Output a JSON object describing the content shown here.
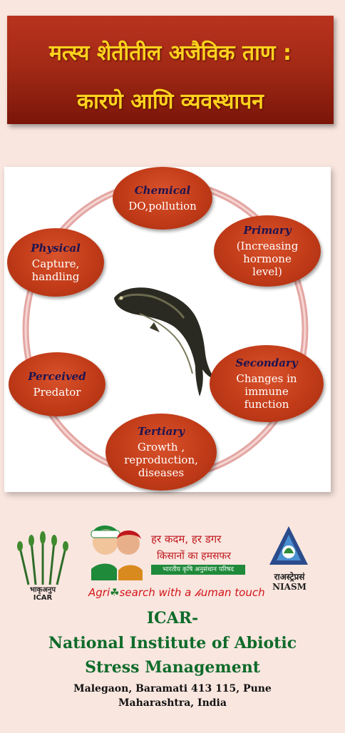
{
  "title": {
    "line1": "मत्स्य शेतीतील अजैविक ताण :",
    "line2": "कारणे आणि व्यवस्थापन"
  },
  "diagram": {
    "nodes": [
      {
        "title": "Chemical",
        "desc": "DO,pollution"
      },
      {
        "title": "Primary",
        "desc": "(Increasing hormone level)"
      },
      {
        "title": "Secondary",
        "desc": "Changes in immune function"
      },
      {
        "title": "Tertiary",
        "desc": "Growth , reproduction, diseases"
      },
      {
        "title": "Perceived",
        "desc": "Predator"
      },
      {
        "title": "Physical",
        "desc": "Capture, handling"
      }
    ],
    "center_image": "fish-snakehead"
  },
  "logos": {
    "icar_caption_hindi": "भाकृअनुप",
    "icar_caption": "ICAR",
    "slogan_hindi_1": "हर कदम, हर डगर",
    "slogan_hindi_2": "किसानों का हमसफर",
    "council_hindi": "भारतीय कृषि अनुसंधान परिषद",
    "tagline_part1": "Agri",
    "tagline_part2": "search with a ",
    "tagline_part3": "uman touch",
    "niasm_hindi": "राअस्ट्रेप्रसं",
    "niasm_abbr": "NIASM"
  },
  "institute": {
    "line1": "ICAR-",
    "line2": "National Institute of Abiotic",
    "line3": "Stress Management",
    "address1": "Malegaon, Baramati 413 115, Pune",
    "address2": "Maharashtra, India"
  },
  "colors": {
    "banner": "#a42a16",
    "title_text": "#ffd21e",
    "node": "#c23b18",
    "node_title": "#1d1450",
    "institute_text": "#0e6b2a",
    "background": "#f9e6df"
  }
}
